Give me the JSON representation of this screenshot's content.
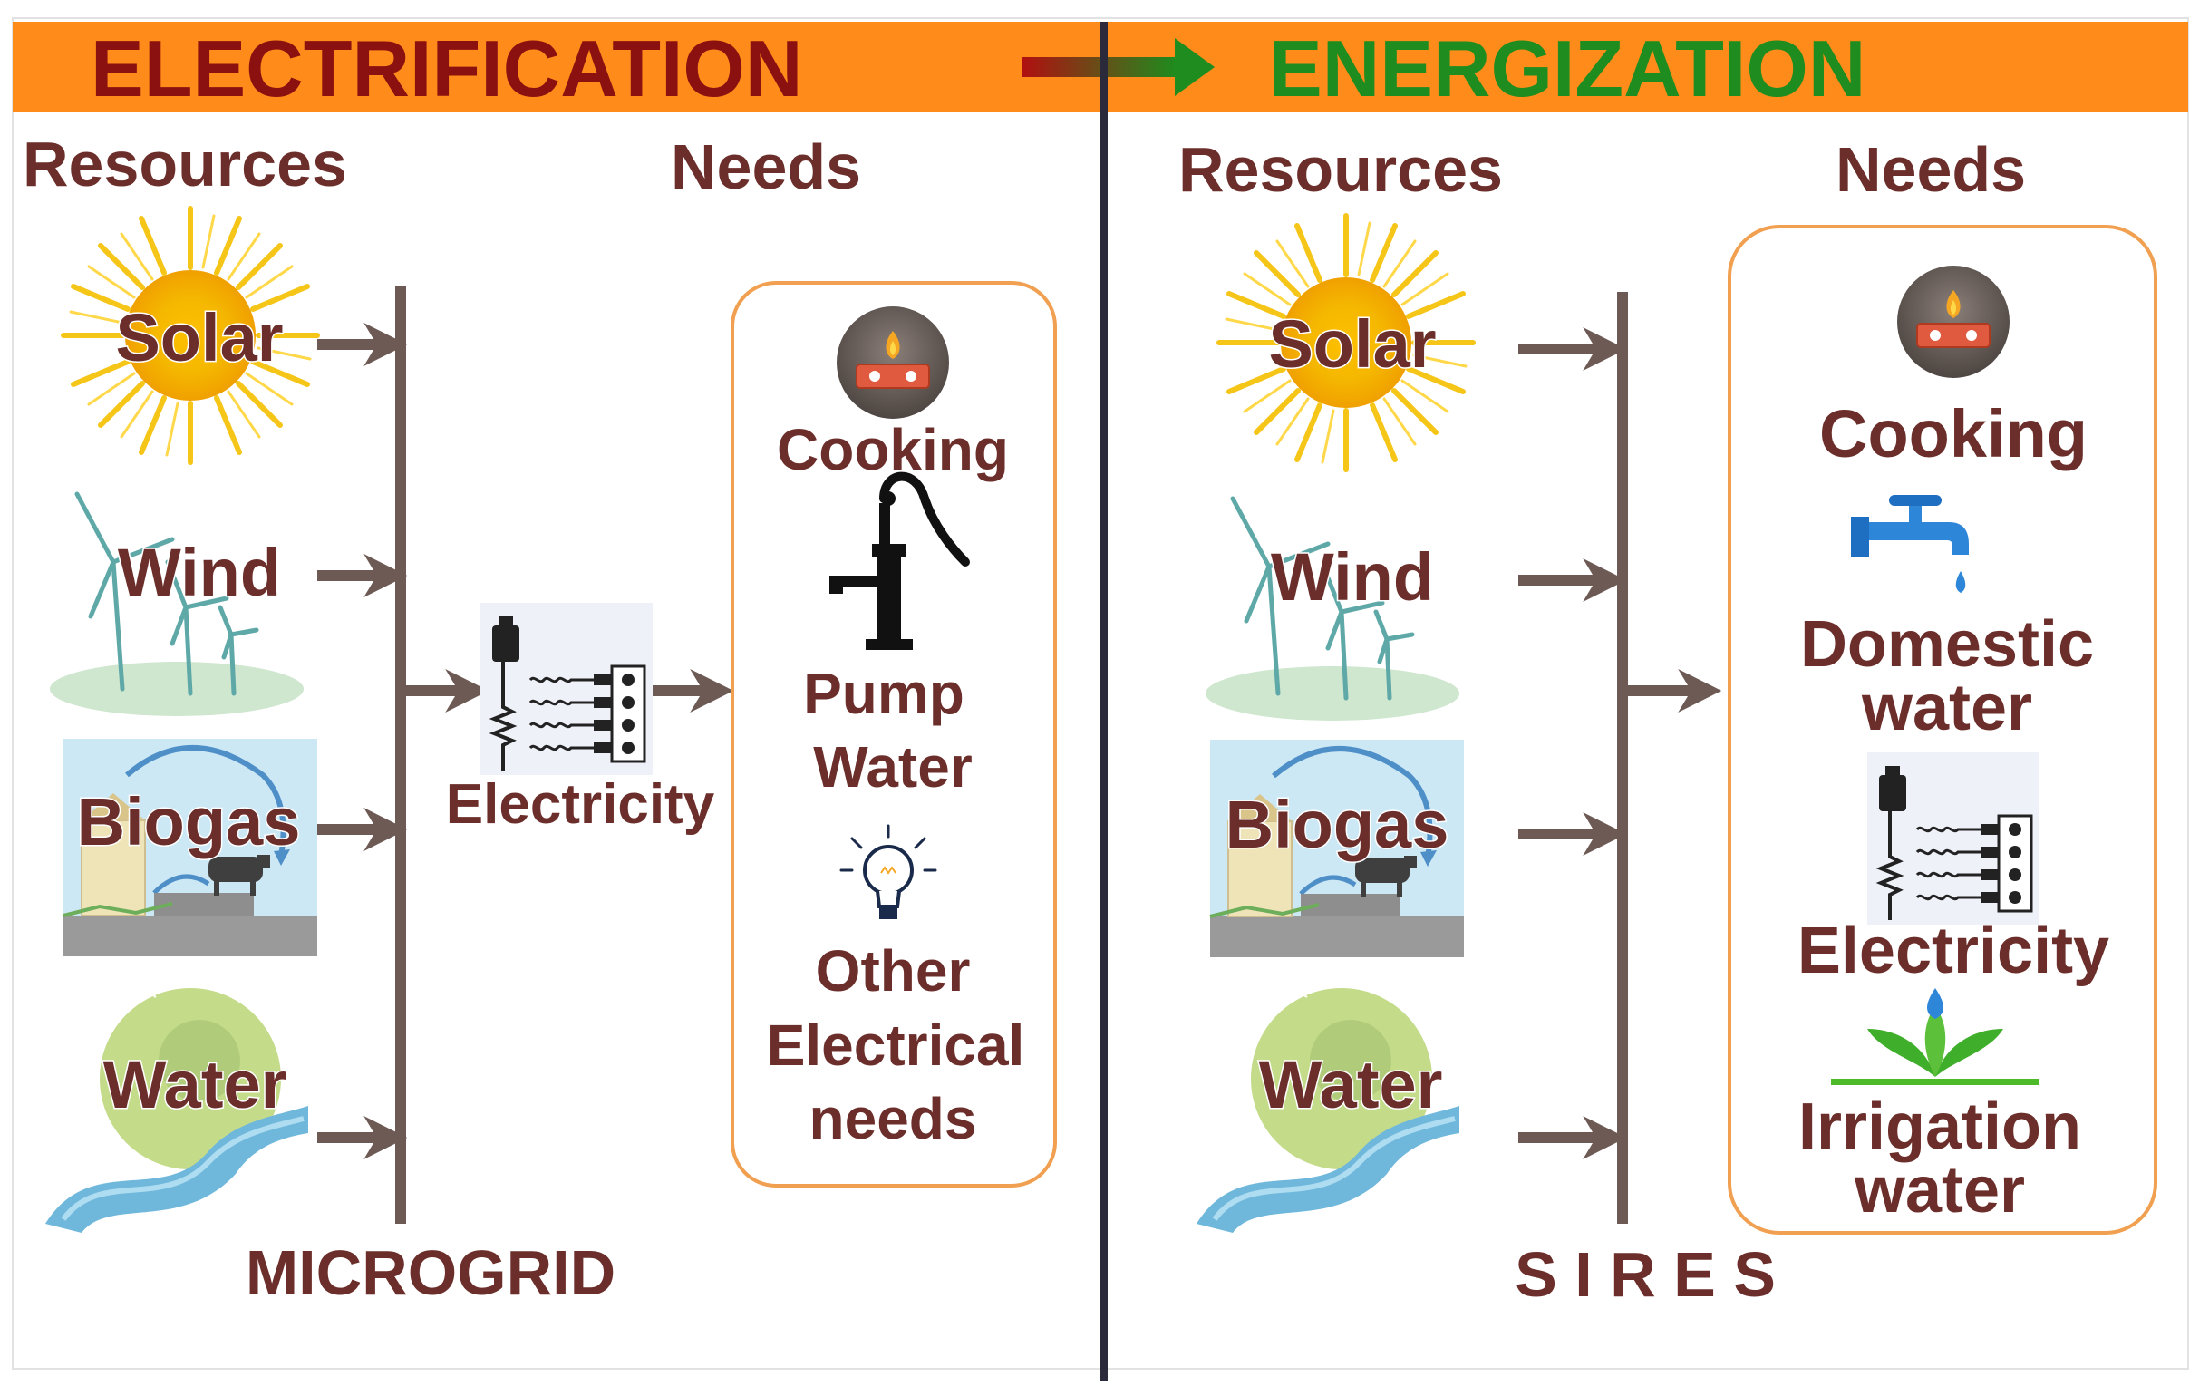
{
  "colors": {
    "banner": "#FF8C1A",
    "left_title": "#8B1010",
    "right_title": "#1E8C1E",
    "label": "#6B2E2A",
    "arrow": "#6E5A55",
    "divider": "#2A2A3A",
    "box_border": "#F0A050"
  },
  "banner": {
    "left_title": "ELECTRIFICATION",
    "right_title": "ENERGIZATION"
  },
  "left": {
    "resources_heading": "Resources",
    "needs_heading": "Needs",
    "resources": [
      "Solar",
      "Wind",
      "Biogas",
      "Water"
    ],
    "carrier": "Electricity",
    "system": "MICROGRID",
    "needs": [
      "Cooking",
      "Pump",
      "Water",
      "Other",
      "Electrical",
      "needs"
    ]
  },
  "right": {
    "resources_heading": "Resources",
    "needs_heading": "Needs",
    "resources": [
      "Solar",
      "Wind",
      "Biogas",
      "Water"
    ],
    "system": "S I R E S",
    "needs": [
      "Cooking",
      "Domestic",
      "water",
      "Electricity",
      "Irrigation",
      "water"
    ]
  },
  "icons": {
    "sun": "sun-icon",
    "wind": "wind-turbine-icon",
    "biogas": "biogas-plant-icon",
    "water": "river-icon",
    "stove": "stove-icon",
    "pump": "hand-pump-icon",
    "bulb": "light-bulb-icon",
    "tap": "water-tap-icon",
    "electric": "electric-plug-icon",
    "plant": "irrigation-plant-icon"
  }
}
